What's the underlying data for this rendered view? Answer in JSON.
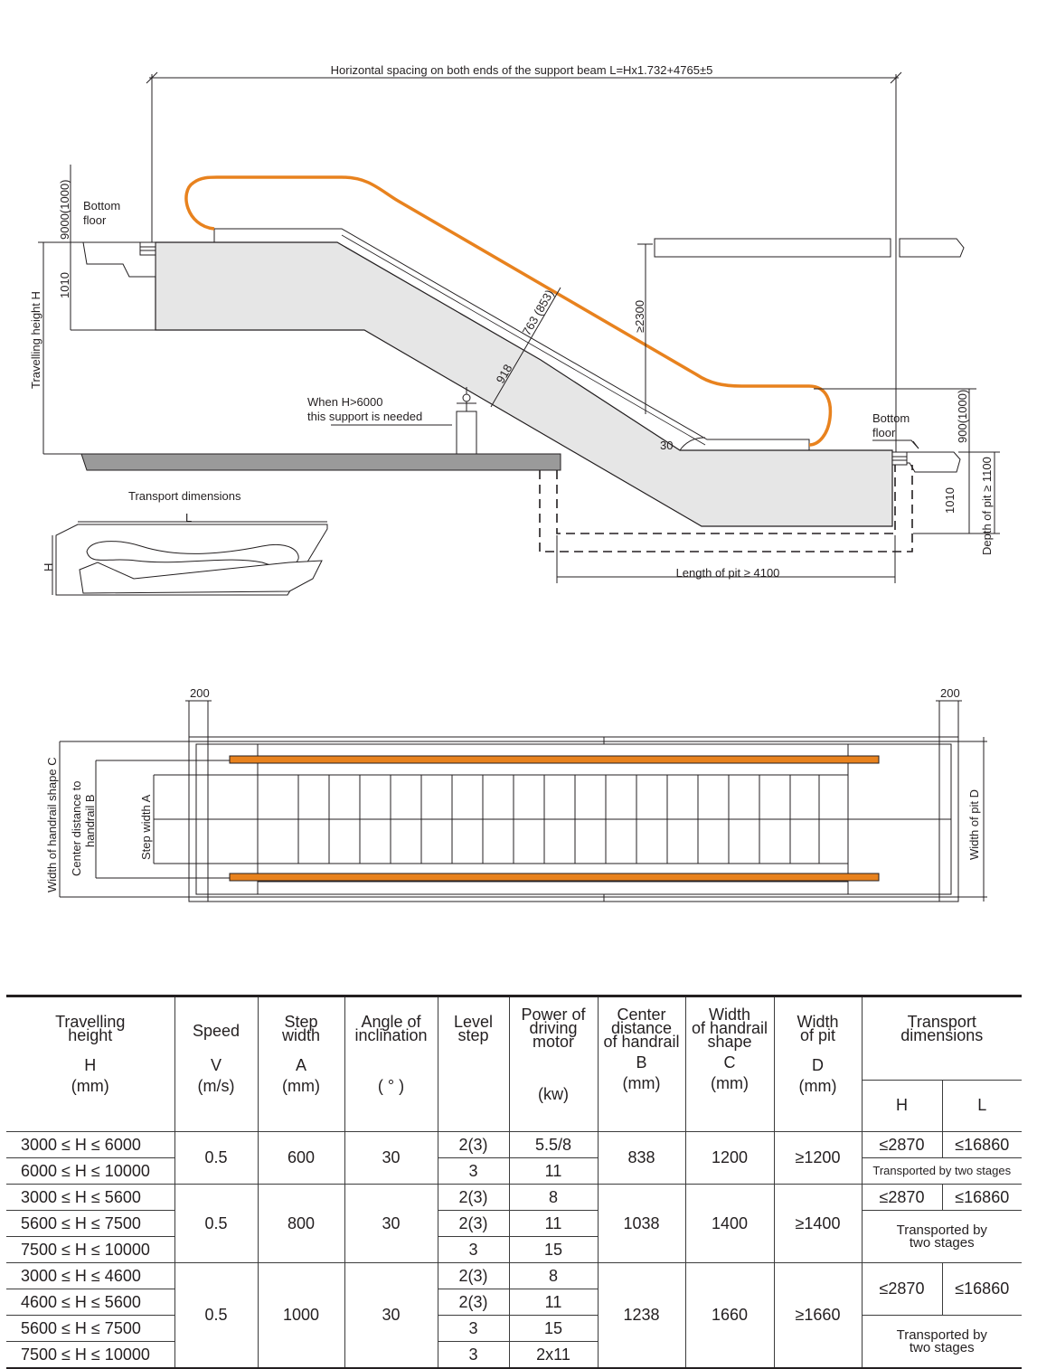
{
  "elevation": {
    "beam_spacing_label": "Horizontal spacing on both ends of the support beam L=Hx1.732+4765±5",
    "top_floor_label_1": "Bottom",
    "top_floor_label_2": "floor",
    "bottom_floor_label_1": "Bottom",
    "bottom_floor_label_2": "floor",
    "dim_9000_left": "9000(1000)",
    "dim_1010_left": "1010",
    "travelling_height_label": "Travelling height H",
    "dim_763": "763 (853)",
    "dim_918": "918",
    "dim_2300": "≥2300",
    "support_note_1": "When H>6000",
    "support_note_2": "this support is needed",
    "angle_label": "30",
    "dim_900_right": "900(1000)",
    "dim_1010_right": "1010",
    "pit_depth_label": "Depth of pit ≥ 1100",
    "pit_length_label": "Length of pit ≥ 4100",
    "transport_title": "Transport dimensions",
    "transport_L": "L",
    "transport_H": "H",
    "handrail_color": "#e8821e",
    "body_fill": "#e8e8e8",
    "floor_fill": "#9a9a9a"
  },
  "plan": {
    "dim_200_left": "200",
    "dim_200_right": "200",
    "handrail_shape_label": "Width of handrail shape C",
    "center_distance_label_1": "Center distance to",
    "center_distance_label_2": "handrail B",
    "step_width_label": "Step width A",
    "pit_width_label": "Width of pit D"
  },
  "table": {
    "headers": {
      "travelling_height": [
        "Travelling",
        "height"
      ],
      "travelling_height_sym": "H",
      "travelling_height_unit": "(mm)",
      "speed": "Speed",
      "speed_sym": "V",
      "speed_unit": "(m/s)",
      "step_width": [
        "Step",
        "width"
      ],
      "step_width_sym": "A",
      "step_width_unit": "(mm)",
      "angle": [
        "Angle of",
        "inclination"
      ],
      "angle_unit": "( ° )",
      "level_step": [
        "Level",
        "step"
      ],
      "power": [
        "Power of",
        "driving",
        "motor"
      ],
      "power_unit": "(kw)",
      "center_distance": [
        "Center",
        "distance",
        "of handrail"
      ],
      "center_distance_sym": "B",
      "center_distance_unit": "(mm)",
      "handrail_width": [
        "Width",
        "of handrail",
        "shape"
      ],
      "handrail_width_sym": "C",
      "handrail_width_unit": "(mm)",
      "pit_width": [
        "Width",
        "of pit"
      ],
      "pit_width_sym": "D",
      "pit_width_unit": "(mm)",
      "transport": [
        "Transport",
        "dimensions"
      ],
      "transport_h": "H",
      "transport_l": "L"
    },
    "groups": [
      {
        "speed": "0.5",
        "step_width": "600",
        "angle": "30",
        "center": "838",
        "handrail": "1200",
        "pit": "≥1200",
        "rows": [
          {
            "range": "3000 ≤ H ≤ 6000",
            "level": "2(3)",
            "power": "5.5/8"
          },
          {
            "range": "6000 ≤ H ≤ 10000",
            "level": "3",
            "power": "11"
          }
        ],
        "transport_h": "≤2870",
        "transport_l": "≤16860",
        "transport_note": "Transported by two stages"
      },
      {
        "speed": "0.5",
        "step_width": "800",
        "angle": "30",
        "center": "1038",
        "handrail": "1400",
        "pit": "≥1400",
        "rows": [
          {
            "range": "3000 ≤ H ≤ 5600",
            "level": "2(3)",
            "power": "8"
          },
          {
            "range": "5600 ≤ H ≤ 7500",
            "level": "2(3)",
            "power": "11"
          },
          {
            "range": "7500 ≤ H ≤ 10000",
            "level": "3",
            "power": "15"
          }
        ],
        "transport_h": "≤2870",
        "transport_l": "≤16860",
        "transport_note": [
          "Transported by",
          "two stages"
        ]
      },
      {
        "speed": "0.5",
        "step_width": "1000",
        "angle": "30",
        "center": "1238",
        "handrail": "1660",
        "pit": "≥1660",
        "rows": [
          {
            "range": "3000 ≤ H ≤ 4600",
            "level": "2(3)",
            "power": "8"
          },
          {
            "range": "4600 ≤ H ≤ 5600",
            "level": "2(3)",
            "power": "11"
          },
          {
            "range": "5600 ≤ H ≤ 7500",
            "level": "3",
            "power": "15"
          },
          {
            "range": "7500 ≤ H ≤ 10000",
            "level": "3",
            "power": "2x11"
          }
        ],
        "transport_h": "≤2870",
        "transport_l": "≤16860",
        "transport_note": [
          "Transported by",
          "two stages"
        ]
      }
    ]
  }
}
